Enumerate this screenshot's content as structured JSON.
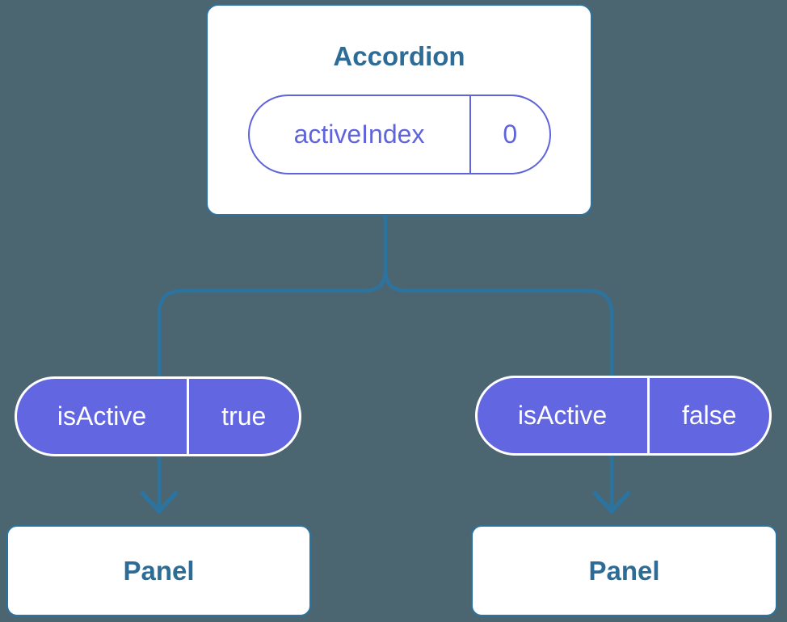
{
  "diagram": {
    "root": {
      "title": "Accordion",
      "state": {
        "name": "activeIndex",
        "value": "0"
      }
    },
    "props": [
      {
        "name": "isActive",
        "value": "true"
      },
      {
        "name": "isActive",
        "value": "false"
      }
    ],
    "panels": [
      {
        "title": "Panel"
      },
      {
        "title": "Panel"
      }
    ]
  },
  "colors": {
    "background": "#4C6671",
    "line": "#2D739F",
    "node_text": "#2C6C96",
    "purple": "#5F63DC",
    "purple_fill": "#6266E0",
    "pill_text": "#FFFFFF"
  }
}
